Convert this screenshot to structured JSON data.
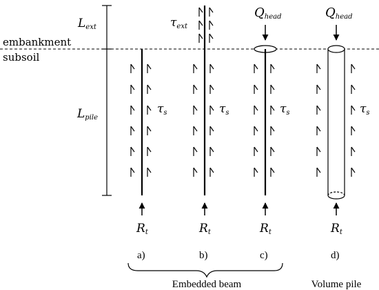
{
  "layers": {
    "embankment": "embankment",
    "subsoil": "subsoil"
  },
  "dimensions": {
    "L_ext": {
      "base": "L",
      "sub": "ext"
    },
    "L_pile": {
      "base": "L",
      "sub": "pile"
    }
  },
  "symbols": {
    "tau": "τ",
    "tau_s_sub": "s",
    "tau_ext_sub": "ext",
    "Q": "Q",
    "Q_sub": "head",
    "R": "R",
    "R_sub": "t"
  },
  "cases": [
    {
      "id": "a",
      "label": "a)"
    },
    {
      "id": "b",
      "label": "b)"
    },
    {
      "id": "c",
      "label": "c)"
    },
    {
      "id": "d",
      "label": "d)"
    }
  ],
  "groups": {
    "embedded_beam": "Embedded beam",
    "volume_pile": "Volume pile"
  }
}
